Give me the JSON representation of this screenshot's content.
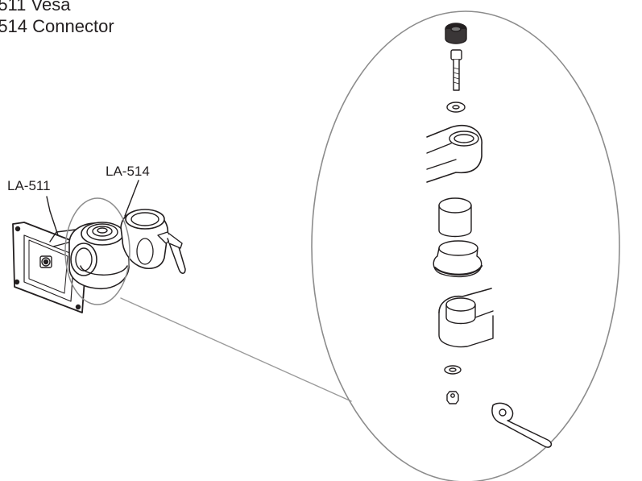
{
  "heading": {
    "line1": "-511 Vesa",
    "line2": "-514 Connector"
  },
  "labels": {
    "la511": "LA-511",
    "la514": "LA-514"
  },
  "colors": {
    "ink": "#231f20",
    "connector_line": "#9a9a9a",
    "detail_ellipse": "#8c8c8c"
  },
  "icons": {
    "assembly": "monitor-mount-assembly",
    "exploded": "exploded-parts-view"
  }
}
